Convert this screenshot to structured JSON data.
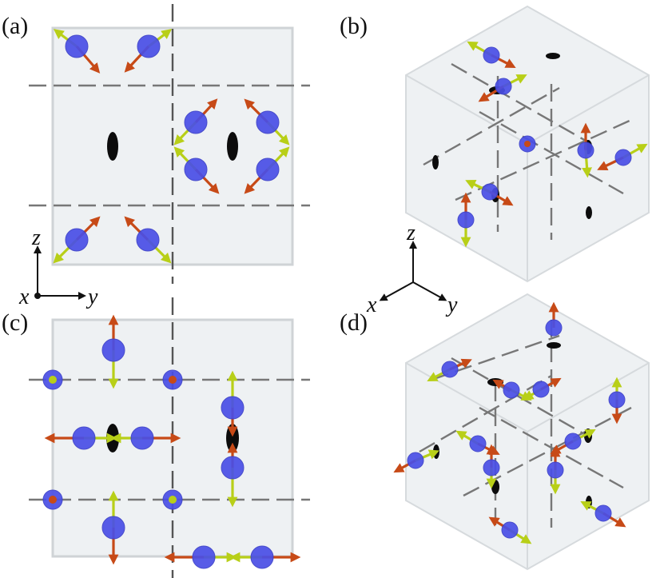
{
  "figure": {
    "panels": [
      {
        "id": "a",
        "label": "(a)"
      },
      {
        "id": "b",
        "label": "(b)"
      },
      {
        "id": "c",
        "label": "(c)"
      },
      {
        "id": "d",
        "label": "(d)"
      }
    ],
    "axes_2d": {
      "vertical": "z",
      "origin": "x",
      "horizontal": "y"
    },
    "axes_3d": {
      "vertical": "z",
      "left": "x",
      "right": "y"
    },
    "colors": {
      "atom": "#4a4fe6",
      "spin_orange": "#c74a17",
      "spin_yellow": "#b8cf18",
      "octahedron": "#0c0c0c",
      "cell_fill": "#eef1f3",
      "dashed_line": "#777777"
    }
  }
}
